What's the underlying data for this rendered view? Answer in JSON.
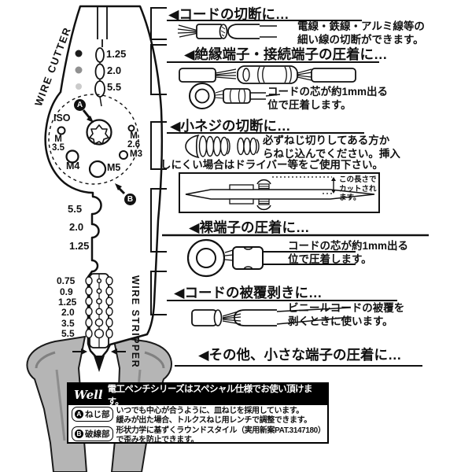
{
  "tool": {
    "wire_cutter_label": "WIRE CUTTER",
    "wire_stripper_label": "WIRE STRIPPER",
    "marker_a": "A",
    "marker_b": "B",
    "cutter_sizes": [
      "1.25",
      "2.0",
      "5.5"
    ],
    "dot_colors": [
      "#1c1c1c",
      "#909090",
      "#cbcbcb"
    ],
    "screw_holes": {
      "iso": "ISO",
      "m35_line1": "M",
      "m35_line2": "3.5",
      "m26_line1": "M",
      "m26_line2": "2.6",
      "m3": "M3",
      "m4": "M4",
      "m5": "M5"
    },
    "crimp_sizes": [
      "5.5",
      "2.0",
      "1.25"
    ],
    "stripper_sizes": [
      "0.75",
      "0.9",
      "1.25",
      "2.0",
      "3.5",
      "5.5"
    ]
  },
  "sections": [
    {
      "heading": "◀コードの切断に…",
      "caption_line1": "電線・鉄線・アルミ線等の",
      "caption_line2": "細い線の切断ができます。"
    },
    {
      "heading": "◀絶縁端子・接続端子の圧着に…",
      "caption_line1": "コードの芯が約1mm出る",
      "caption_line2": "位で圧着します。"
    },
    {
      "heading": "◀小ネジの切断に…",
      "caption_line1": "必ずねじ切りしてある方か",
      "caption_line2": "らねじ込んでください。挿入",
      "caption_line3": "しにくい場合はドライバー等をご使用下さい。",
      "note_line1": "この長さで",
      "note_line2": "カットされ",
      "note_line3": "ます。"
    },
    {
      "heading": "◀裸端子の圧着に…",
      "caption_line1": "コードの芯が約1mm出る",
      "caption_line2": "位で圧着します。"
    },
    {
      "heading": "◀コードの被覆剥きに…",
      "caption_line1": "ビニールコードの被覆を",
      "caption_line2": "剥くときに使います。"
    },
    {
      "heading": "◀その他、小さな端子の圧着に…"
    }
  ],
  "info_box": {
    "logo": "Well",
    "banner": "電工ペンチシリーズはスペシャル仕様でお使い頂けます。",
    "items": [
      {
        "badge_letter": "A",
        "badge_label": "ねじ部",
        "line1": "いつでも中心が合うように、皿ねじを採用しています。",
        "line2": "緩みが出た場合、トルクスねじ用レンチで調整できます。"
      },
      {
        "badge_letter": "B",
        "badge_label": "破線部",
        "line1": "形状力学に基ずくラウンドスタイル（実用新案PAT.3147180）",
        "line2": "で歪みを防止できます。"
      }
    ]
  }
}
